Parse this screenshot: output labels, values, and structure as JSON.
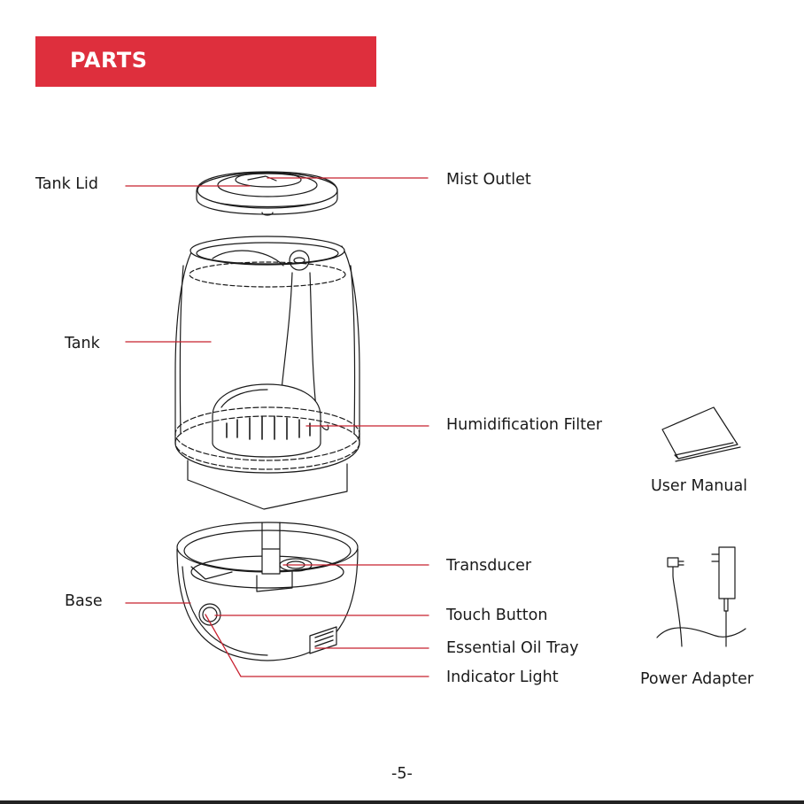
{
  "header": {
    "title": "PARTS"
  },
  "labels": {
    "tank_lid": "Tank Lid",
    "mist_outlet": "Mist Outlet",
    "tank": "Tank",
    "humidification_filter": "Humidification Filter",
    "user_manual": "User Manual",
    "transducer": "Transducer",
    "base": "Base",
    "touch_button": "Touch Button",
    "essential_oil_tray": "Essential Oil Tray",
    "indicator_light": "Indicator Light",
    "power_adapter": "Power Adapter"
  },
  "footer": {
    "page_number": "-5-"
  },
  "colors": {
    "accent": "#de2f3d",
    "leader_line": "#c8202f",
    "drawing": "#1a1a1a"
  }
}
